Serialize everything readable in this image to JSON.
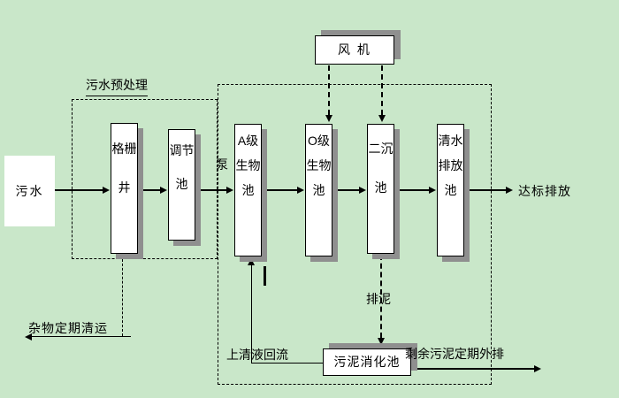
{
  "colors": {
    "background": "#c9e7c9",
    "box-fill": "#ffffff",
    "shadow": "#8f8f8f",
    "line": "#000000"
  },
  "diagram": {
    "influent": "污水",
    "pretreatment_title": "污水预处理",
    "grid_well": "格栅井",
    "regulating_tank": "调节池",
    "pump": "泵",
    "fan": "风 机",
    "tank_a": "A级生物池",
    "tank_o": "O级生物池",
    "secondary_clarifier": "二沉池",
    "clean_water_tank": "清水排放池",
    "effluent": "达标排放",
    "sludge_discharge": "排泥",
    "sludge_digestion_tank": "污泥消化池",
    "supernatant_return": "上清液回流",
    "excess_sludge_note": "剩余污泥定期外排",
    "debris_removal_note": "杂物定期清运"
  }
}
